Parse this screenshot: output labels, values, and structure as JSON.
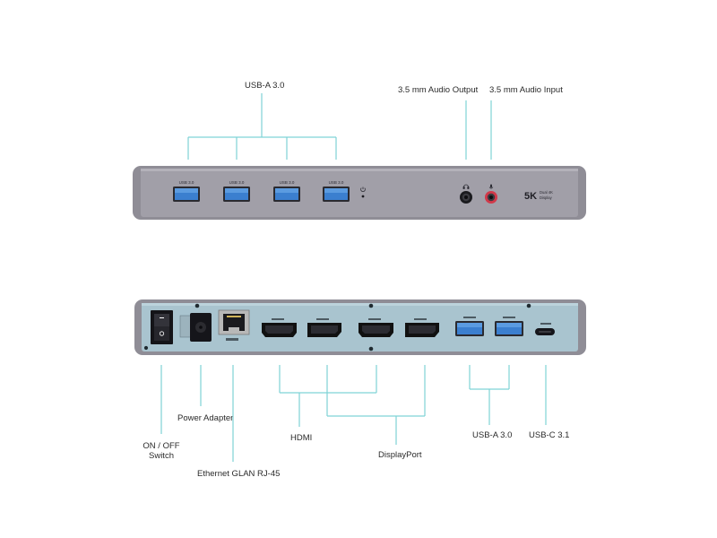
{
  "front_panel": {
    "labels": {
      "usb_a": "USB-A 3.0",
      "audio_out": "3.5 mm Audio Output",
      "audio_in": "3.5 mm Audio Input"
    },
    "port_names": [
      "USB 3.0",
      "USB 3.0",
      "USB 3.0",
      "USB 3.0"
    ],
    "badge": {
      "main": "5K",
      "line1": "Dual 4K",
      "line2": "Display"
    }
  },
  "back_panel": {
    "labels": {
      "power_adapter": "Power Adapter",
      "on_off_line1": "ON / OFF",
      "on_off_line2": "Switch",
      "ethernet": "Ethernet GLAN RJ-45",
      "hdmi": "HDMI",
      "displayport": "DisplayPort",
      "usb_a": "USB-A 3.0",
      "usb_c": "USB-C 3.1"
    }
  },
  "colors": {
    "callout_line": "#7fd3d6",
    "body_gray": "#8f8d96",
    "front_face": "#a19fa8",
    "back_face": "#a9c4cf",
    "usb_blue": "#3b7fcf",
    "audio_in_ring": "#d1394a",
    "port_black": "#111111"
  }
}
